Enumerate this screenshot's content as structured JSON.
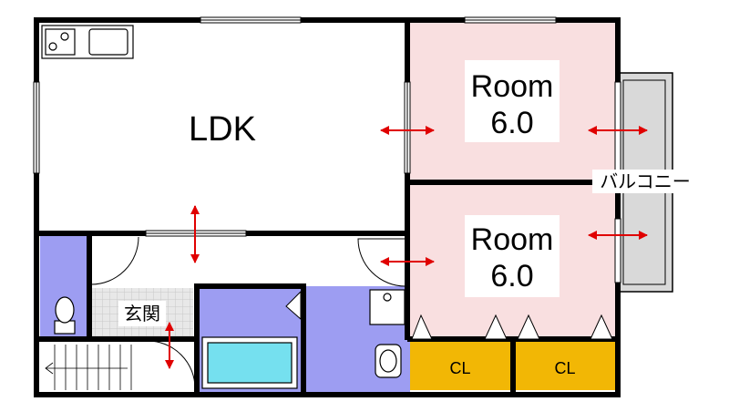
{
  "labels": {
    "ldk": "LDK",
    "room_top_name": "Room",
    "room_top_size": "6.0",
    "room_bottom_name": "Room",
    "room_bottom_size": "6.0",
    "balcony": "バルコニー",
    "entrance": "玄関",
    "closet_left": "CL",
    "closet_right": "CL"
  },
  "colors": {
    "wall": "#000000",
    "bedroom_fill": "#f9dfe0",
    "wet_area_fill": "#9d9df2",
    "closet_fill": "#f2b705",
    "balcony_fill": "#d9d9d9",
    "bathtub_fill": "#75e0ef",
    "arrow": "#e00000",
    "entrance_floor": "#e6e6e6"
  }
}
